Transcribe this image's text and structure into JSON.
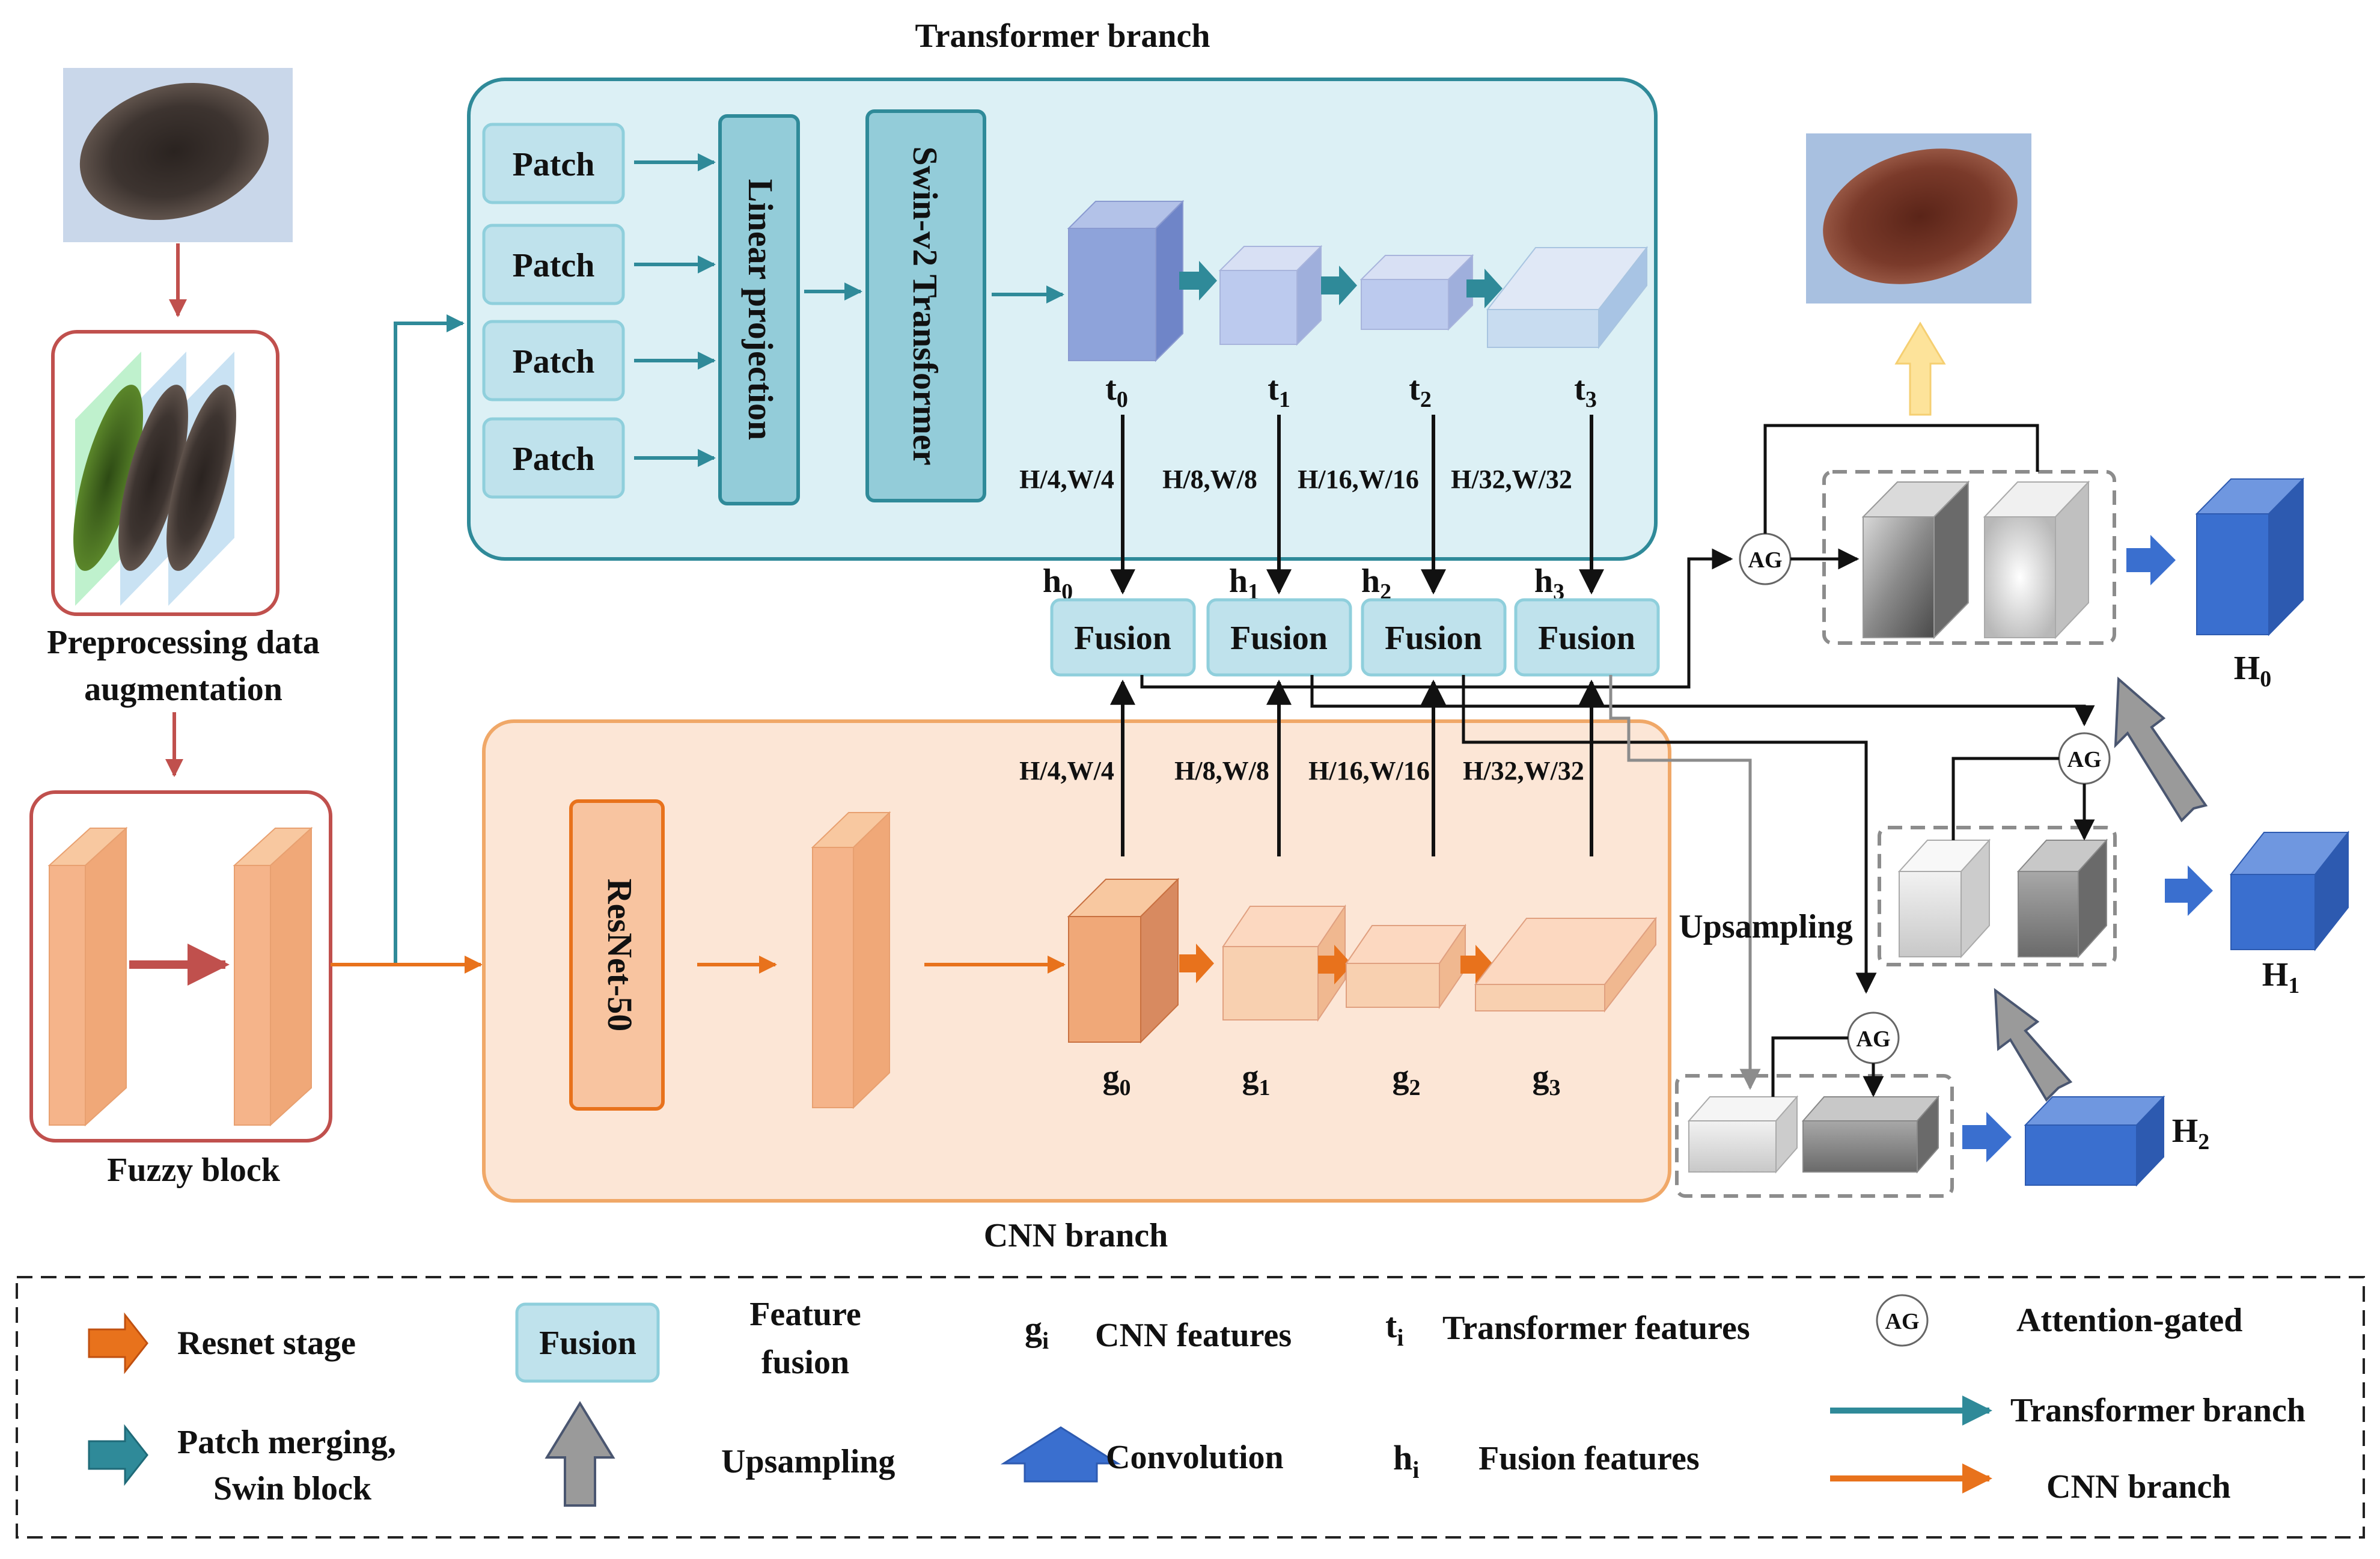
{
  "colors": {
    "transformer_branch": "#2f8a99",
    "cnn_branch": "#e8721c",
    "preproc_border": "#c0504d",
    "transformer_panel_fill": "#dcf0f5",
    "cnn_panel_fill": "#fce6d6",
    "fusion_fill": "#bfe2ec",
    "upsample_arrow": "#8c8c8c",
    "conv_blue": "#3a6fcf"
  },
  "labels": {
    "transformer_branch_title": "Transformer branch",
    "cnn_branch_title": "CNN branch",
    "preprocessing_line1": "Preprocessing data",
    "preprocessing_line2": "augmentation",
    "fuzzy_block": "Fuzzy block",
    "linear_projection": "Linear projection",
    "swin_transformer": "Swin-v2 Transformer",
    "resnet": "ResNet-50",
    "upsampling": "Upsampling",
    "patches": [
      "Patch",
      "Patch",
      "Patch",
      "Patch"
    ],
    "fusion": [
      "Fusion",
      "Fusion",
      "Fusion",
      "Fusion"
    ],
    "ag": [
      "AG",
      "AG",
      "AG"
    ]
  },
  "stages": {
    "t": [
      "0",
      "1",
      "2",
      "3"
    ],
    "h": [
      "0",
      "1",
      "2",
      "3"
    ],
    "g": [
      "0",
      "1",
      "2",
      "3"
    ],
    "transformer_res": [
      "H/4,W/4",
      "H/8,W/8",
      "H/16,W/16",
      "H/32,W/32"
    ],
    "cnn_res": [
      "H/4,W/4",
      "H/8,W/8",
      "H/16,W/16",
      "H/32,W/32"
    ],
    "outputs": [
      "0",
      "1",
      "2"
    ]
  },
  "legend": {
    "resnet_stage": "Resnet stage",
    "fusion_box": "Fusion",
    "feature_fusion_line1": "Feature",
    "feature_fusion_line2": "fusion",
    "gi_symbol": "g",
    "gi_sub": "i",
    "cnn_features": "CNN features",
    "ti_symbol": "t",
    "ti_sub": "i",
    "transformer_features": "Transformer features",
    "ag_symbol": "AG",
    "attention_gated": "Attention-gated",
    "patch_merging_line1": "Patch merging,",
    "patch_merging_line2": "Swin block",
    "upsampling": "Upsampling",
    "convolution": "Convolution",
    "hi_symbol": "h",
    "hi_sub": "i",
    "fusion_features": "Fusion features",
    "transformer_branch": "Transformer branch",
    "cnn_branch": "CNN branch"
  },
  "output_letter": "H"
}
